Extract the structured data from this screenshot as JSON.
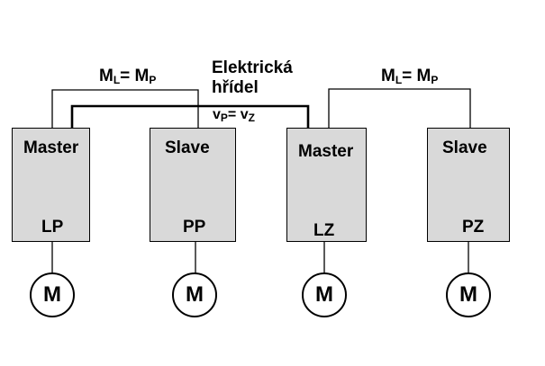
{
  "torque_left": {
    "m1": "M",
    "s1": "L",
    "eq": "= ",
    "m2": "M",
    "s2": "P"
  },
  "torque_right": {
    "m1": "M",
    "s1": "L",
    "eq": "= ",
    "m2": "M",
    "s2": "P"
  },
  "shaft": {
    "line1": "Elektrická",
    "line2": "hřídel"
  },
  "speed": {
    "v1": "v",
    "s1": "P",
    "eq": "= ",
    "v2": "v",
    "s2": "Z"
  },
  "units": [
    {
      "role": "Master",
      "id": "LP"
    },
    {
      "role": "Slave",
      "id": "PP"
    },
    {
      "role": "Master",
      "id": "LZ"
    },
    {
      "role": "Slave",
      "id": "PZ"
    }
  ],
  "motor_label": "M"
}
